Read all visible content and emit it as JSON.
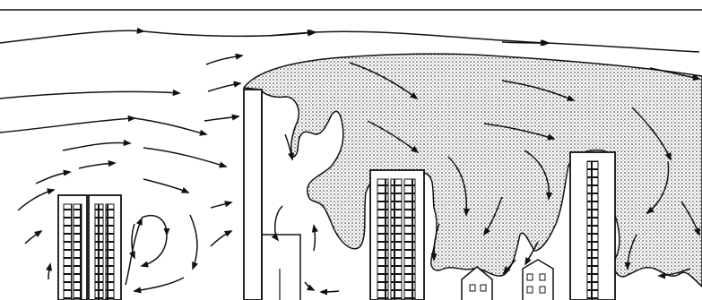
{
  "diagram": {
    "ink_color": "#111111",
    "plume_fill_color": "#bdbdbd",
    "background_color": "#ffffff",
    "elements": [
      "top-boundary-line",
      "wind-streamlines",
      "pollution-plume",
      "tall-building",
      "building-complex",
      "mid-building",
      "right-tower",
      "small-houses",
      "recirculation-eddies"
    ]
  }
}
